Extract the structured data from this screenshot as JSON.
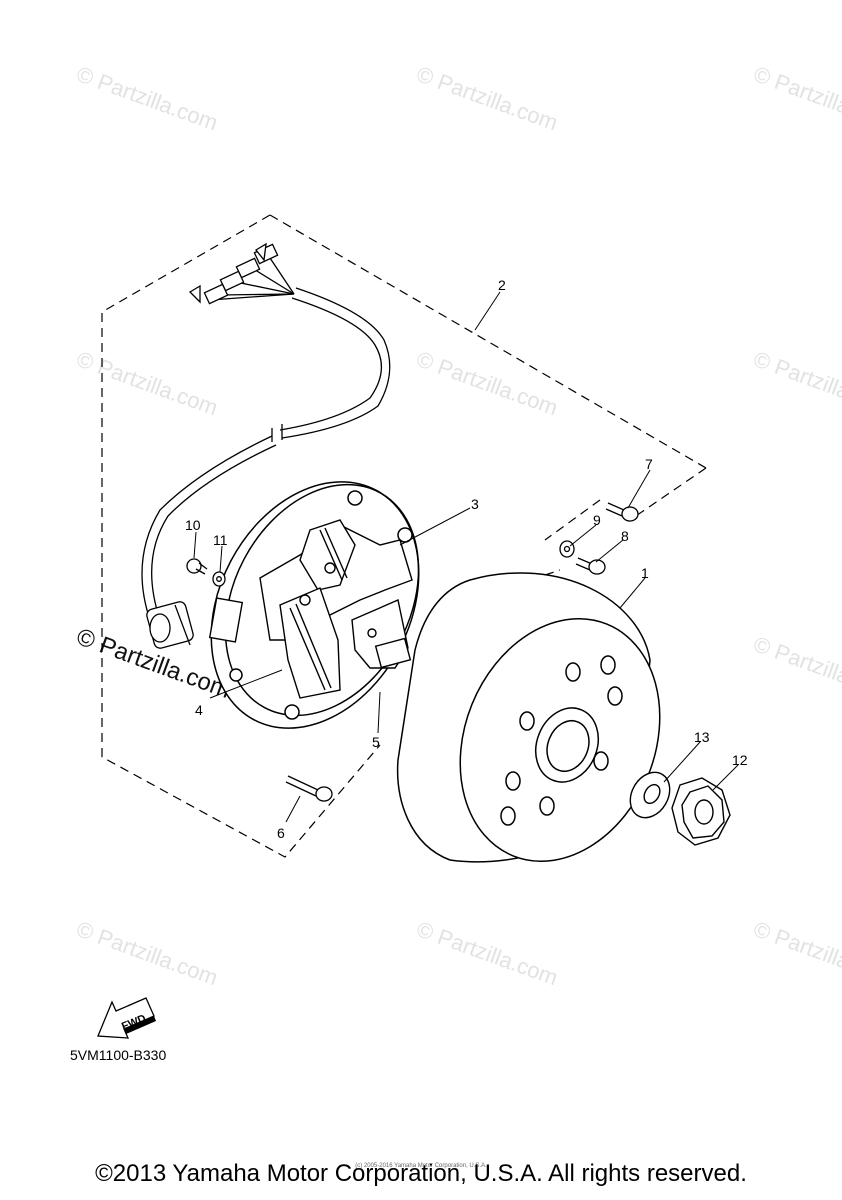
{
  "callouts": [
    {
      "id": 1,
      "label": "1"
    },
    {
      "id": 2,
      "label": "2"
    },
    {
      "id": 3,
      "label": "3"
    },
    {
      "id": 4,
      "label": "4"
    },
    {
      "id": 5,
      "label": "5"
    },
    {
      "id": 6,
      "label": "6"
    },
    {
      "id": 7,
      "label": "7"
    },
    {
      "id": 8,
      "label": "8"
    },
    {
      "id": 9,
      "label": "9"
    },
    {
      "id": 10,
      "label": "10"
    },
    {
      "id": 11,
      "label": "11"
    },
    {
      "id": 12,
      "label": "12"
    },
    {
      "id": 13,
      "label": "13"
    }
  ],
  "watermark": {
    "text": "© Partzilla.com"
  },
  "fwd_label": "FWD",
  "diagram_code": "5VM1100-B330",
  "copyright": "©2013 Yamaha Motor Corporation, U.S.A. All rights reserved.",
  "tiny_copyright": "(c) 2005-2016 Yamaha Motor Corporation, U.S.A."
}
